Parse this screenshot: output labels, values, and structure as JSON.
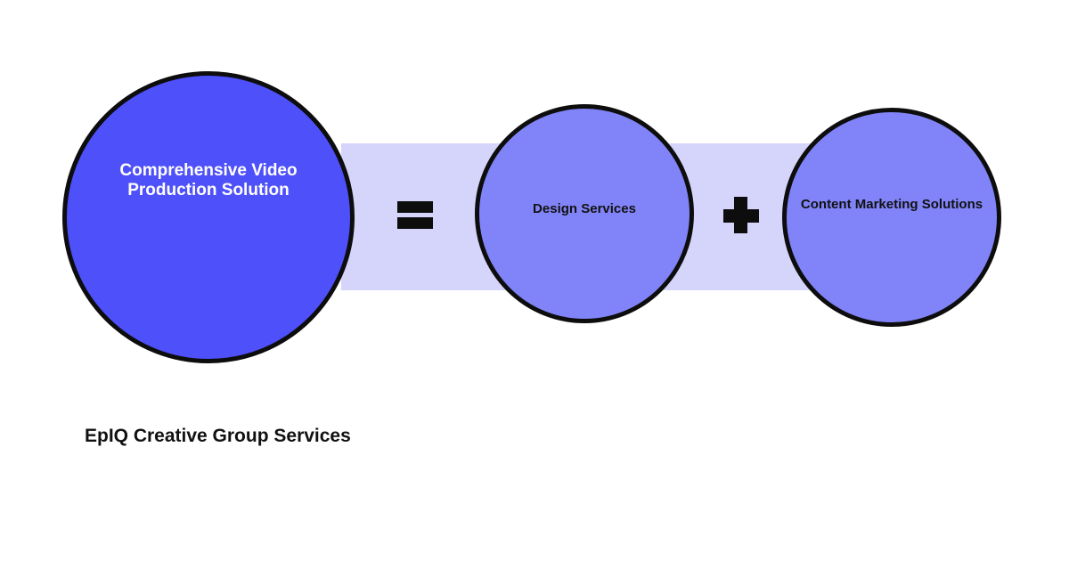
{
  "title": "EpIQ Creative Group Services",
  "colors": {
    "background": "#ffffff",
    "connector_band": "#d5d4fa",
    "result_circle_fill": "#4e50fa",
    "operand_circle_fill": "#8184f8",
    "circle_outline": "#0d0d0d",
    "operator": "#0d0d0d",
    "result_label_text": "#ffffff",
    "operand_label_text": "#111111",
    "title_text": "#111111"
  },
  "equation": {
    "result": {
      "label": "Comprehensive Video\nProduction Solution"
    },
    "equals_operator": "=",
    "operand_1": {
      "label": "Design Services"
    },
    "plus_operator": "+",
    "operand_2": {
      "label": "Content Marketing Solutions"
    }
  }
}
